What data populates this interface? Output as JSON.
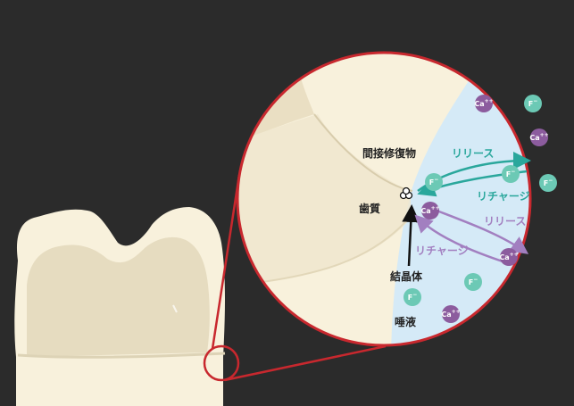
{
  "labels": {
    "restoration": "間接修復物",
    "tooth": "歯質",
    "crystal": "結晶体",
    "saliva": "唾液",
    "release_top": "リリース",
    "recharge_top": "リチャージ",
    "release_bottom": "リリース",
    "recharge_bottom": "リチャージ"
  },
  "ions": {
    "ca": "Ca",
    "ca_charge": "++",
    "f": "F",
    "f_charge": "−"
  },
  "colors": {
    "background": "#2b2b2b",
    "enamel": "#f8f1dc",
    "enamel_shadow": "#e6dcc0",
    "saliva": "#d5eaf7",
    "zoom_circle": "#c8282e",
    "release_teal": "#2aa79c",
    "recharge_purple": "#a27fc0",
    "ca_ion": "#8c5c9e",
    "f_ion": "#6cc9b5"
  }
}
